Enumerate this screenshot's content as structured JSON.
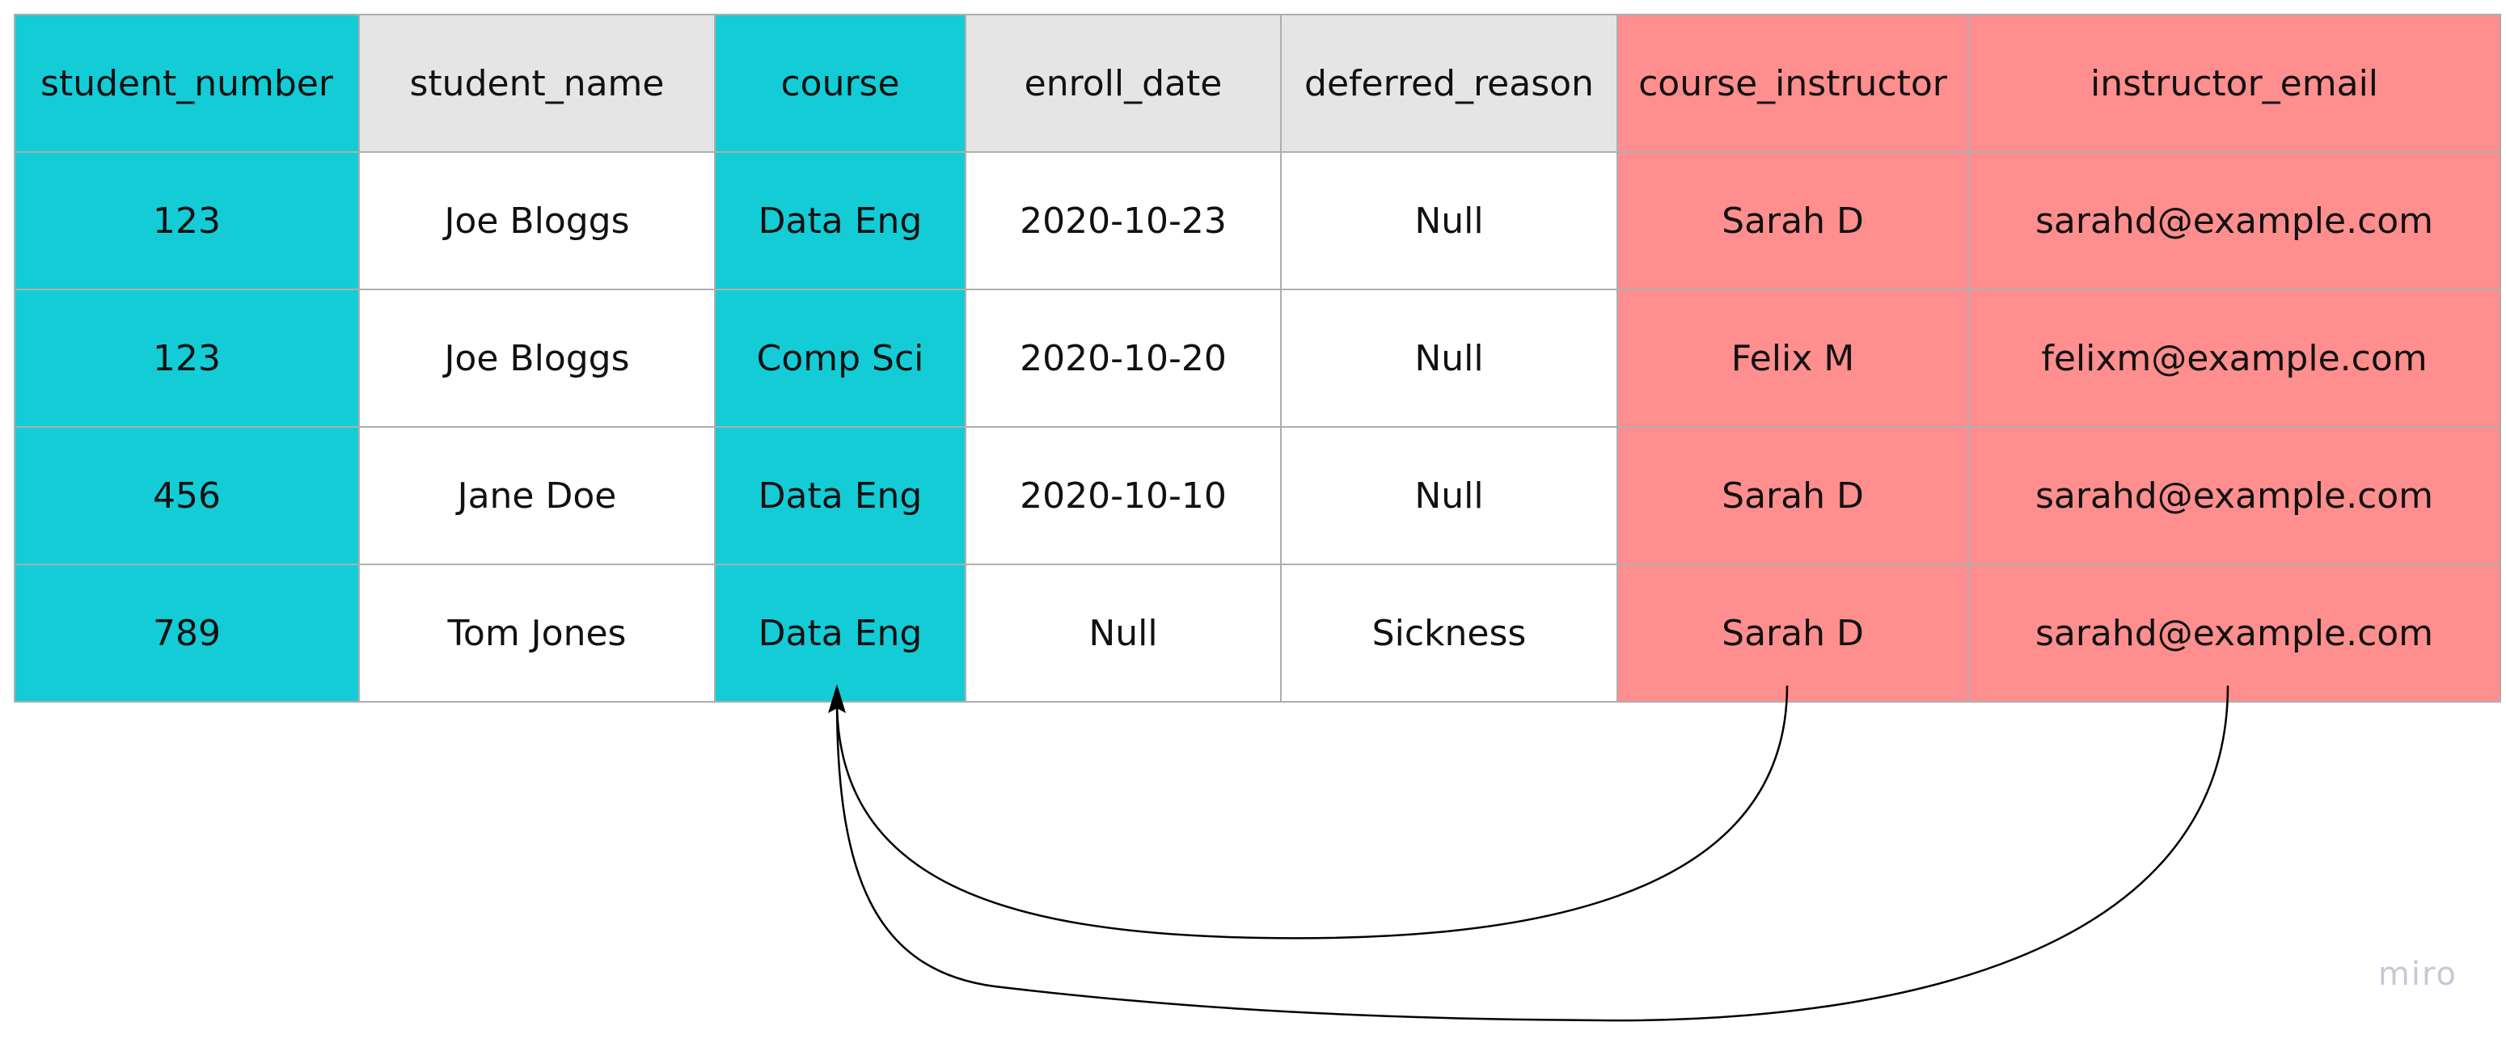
{
  "colors": {
    "key": "#14ccd6",
    "header": "#e5e5e5",
    "plain": "#ffffff",
    "dependent": "#ff8e8e",
    "border": "#aeaeae",
    "arrow": "#000000",
    "watermark": "#c5c8d6"
  },
  "table": {
    "columns": [
      {
        "name": "student_number",
        "role": "key"
      },
      {
        "name": "student_name",
        "role": "plain"
      },
      {
        "name": "course",
        "role": "key"
      },
      {
        "name": "enroll_date",
        "role": "plain"
      },
      {
        "name": "deferred_reason",
        "role": "plain"
      },
      {
        "name": "course_instructor",
        "role": "dependent"
      },
      {
        "name": "instructor_email",
        "role": "dependent"
      }
    ],
    "rows": [
      [
        "123",
        "Joe Bloggs",
        "Data Eng",
        "2020-10-23",
        "Null",
        "Sarah D",
        "sarahd@example.com"
      ],
      [
        "123",
        "Joe Bloggs",
        "Comp Sci",
        "2020-10-20",
        "Null",
        "Felix M",
        "felixm@example.com"
      ],
      [
        "456",
        "Jane Doe",
        "Data Eng",
        "2020-10-10",
        "Null",
        "Sarah D",
        "sarahd@example.com"
      ],
      [
        "789",
        "Tom Jones",
        "Data Eng",
        "Null",
        "Sickness",
        "Sarah D",
        "sarahd@example.com"
      ]
    ]
  },
  "arrows": [
    {
      "from": "course_instructor",
      "to": "course"
    },
    {
      "from": "instructor_email",
      "to": "course"
    }
  ],
  "watermark": "miro"
}
